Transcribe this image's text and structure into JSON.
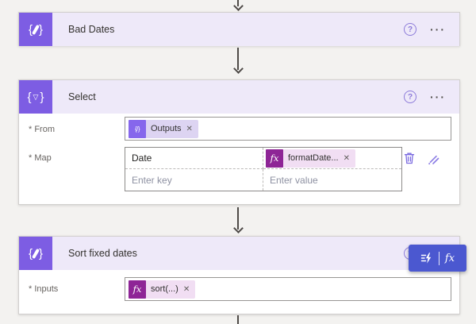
{
  "icons": {
    "help": "?",
    "more": "···",
    "close": "✕",
    "fx": "fx",
    "brace_open": "{",
    "brace_close": "}",
    "select_triangle": "▽",
    "compose_mini": "{/}"
  },
  "colors": {
    "canvas_bg": "#f3f2f0",
    "header_bg": "#eee9f9",
    "icon_purple": "#7d5de3",
    "mini_icon_purple": "#8667ec",
    "outputs_pill": "#ddd4f2",
    "fx_magenta": "#8e2596",
    "fx_pill": "#f1def3",
    "toolbar_blue": "#4b58d0",
    "help_purple": "#8c7bd9",
    "arrow_gray": "#4e4a47"
  },
  "bad_dates": {
    "title": "Bad Dates"
  },
  "select": {
    "title": "Select",
    "from_label": "* From",
    "from_token": "Outputs",
    "map_label": "* Map",
    "map": {
      "key": "Date",
      "value_token": "formatDate...",
      "key_placeholder": "Enter key",
      "value_placeholder": "Enter value"
    }
  },
  "sort": {
    "title": "Sort fixed dates",
    "inputs_label": "* Inputs",
    "inputs_token": "sort(...)"
  }
}
